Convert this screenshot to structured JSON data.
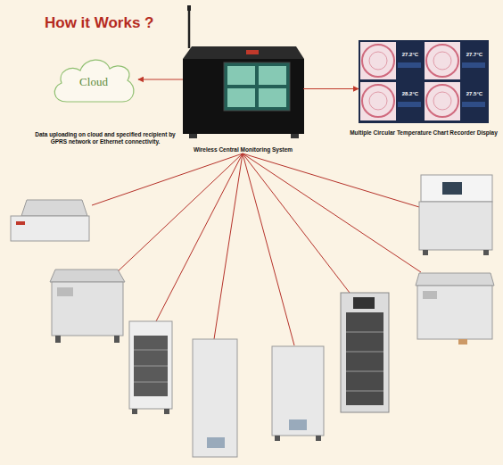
{
  "diagram": {
    "title": "How it Works ?",
    "nodes": [
      {
        "text": [
          "Cloud"
        ]
      },
      {
        "text": [
          "Wireless Central Monitoring System"
        ]
      },
      {
        "text": [
          "Multiple Circular Temperature Chart Recorder Display"
        ]
      }
    ],
    "edges": [
      {
        "from": 1,
        "to": 0,
        "arrow": "to"
      },
      {
        "from": 1,
        "to": 2,
        "arrow": "to"
      }
    ],
    "labels": [
      "Data uploading on cloud and specified recipient by GPRS network or Ethernet connectivity.",
      "27.2°C",
      "27.7°C",
      "28.2°C",
      "27.5°C"
    ]
  }
}
